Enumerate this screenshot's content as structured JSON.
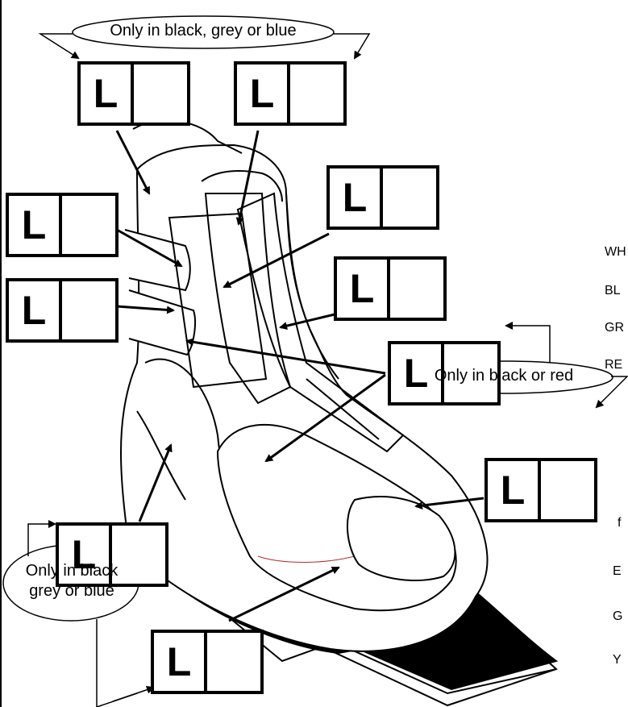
{
  "boxes": [
    {
      "id": "box-top-left",
      "letter": "L",
      "value": ""
    },
    {
      "id": "box-top-right",
      "letter": "L",
      "value": ""
    },
    {
      "id": "box-strap-upper",
      "letter": "L",
      "value": ""
    },
    {
      "id": "box-strap-lower",
      "letter": "L",
      "value": ""
    },
    {
      "id": "box-tongue",
      "letter": "L",
      "value": ""
    },
    {
      "id": "box-side-panel",
      "letter": "L",
      "value": ""
    },
    {
      "id": "box-black-red",
      "letter": "L",
      "value": ""
    },
    {
      "id": "box-toe-side",
      "letter": "L",
      "value": ""
    },
    {
      "id": "box-heel",
      "letter": "L",
      "value": ""
    },
    {
      "id": "box-toe-front",
      "letter": "L",
      "value": ""
    }
  ],
  "callouts": {
    "top": "Only in black, grey or blue",
    "middle": "Only in black or red",
    "bottom_line1": "Only in black",
    "bottom_line2": "grey or blue"
  },
  "side_labels": {
    "a": "WH",
    "b": "BL",
    "c": "GR",
    "d": "RE",
    "e": "f",
    "f": "E",
    "g": "G",
    "h": "Y"
  },
  "colors": {
    "line": "#000000",
    "sole": "#000000",
    "stitch": "#b03030",
    "background": "#ffffff"
  }
}
